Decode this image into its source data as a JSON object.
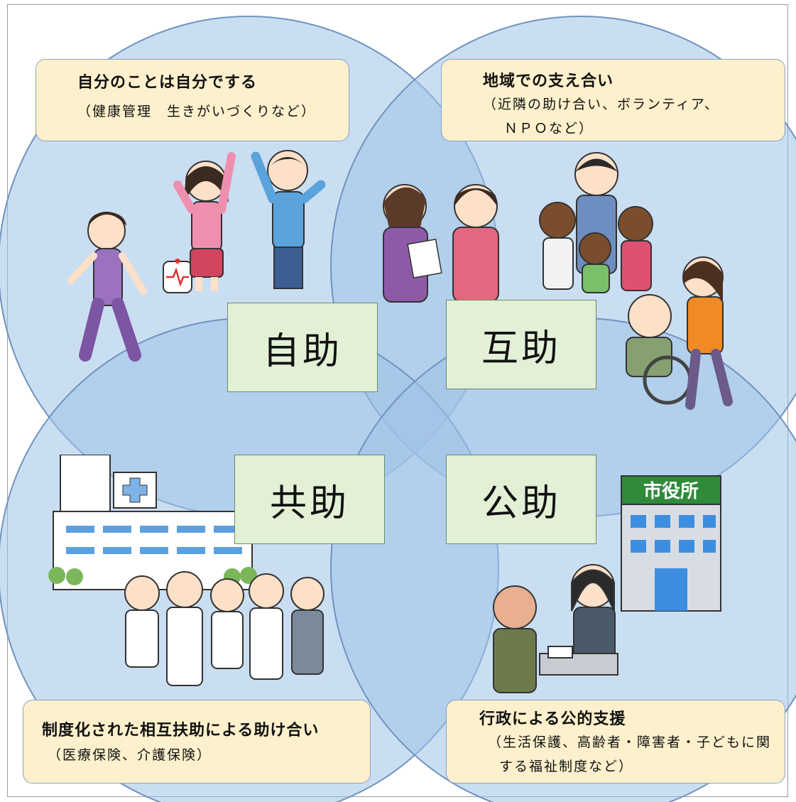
{
  "quadrants": {
    "self_help": {
      "label": "自助",
      "heading": "自分のことは自分でする",
      "detail_line1": "（健康管理　生きがいづくりなど）"
    },
    "mutual_help": {
      "label": "互助",
      "heading": "地域での支え合い",
      "detail_line1": "（近隣の助け合い、ボランティア、",
      "detail_line2": "ＮＰＯなど）"
    },
    "cooperative_help": {
      "label": "共助",
      "heading": "制度化された相互扶助による助け合い",
      "detail_line1": "（医療保険、介護保険）"
    },
    "public_help": {
      "label": "公助",
      "heading": "行政による公的支援",
      "detail_line1": "（生活保護、高齢者・障害者・子どもに関",
      "detail_line2": "する福祉制度など）"
    }
  },
  "city_hall_sign": "市役所",
  "colors": {
    "circle_fill": "#b8d2ee",
    "circle_stroke": "#7e9fc8",
    "callout_fill": "#fdf0cc",
    "label_fill": "#e2f0d6"
  },
  "icons": [
    "people-exercising-icon",
    "neighbors-helping-icon",
    "hospital-staff-icon",
    "city-hall-icon"
  ]
}
